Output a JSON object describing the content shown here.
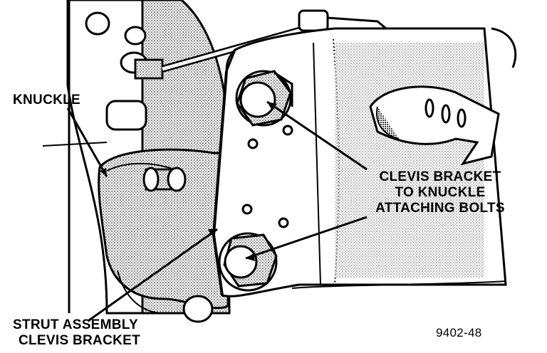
{
  "figure_id": "9402-48",
  "labels": {
    "knuckle": "KNUCKLE",
    "clevis_bolts": [
      "CLEVIS BRACKET",
      "TO KNUCKLE",
      "ATTACHING BOLTS"
    ],
    "strut_clevis": [
      "STRUT ASSEMBLY",
      "CLEVIS BRACKET"
    ]
  },
  "colors": {
    "ink": "#000000",
    "paper": "#ffffff",
    "shade": "#9a9a9a"
  }
}
